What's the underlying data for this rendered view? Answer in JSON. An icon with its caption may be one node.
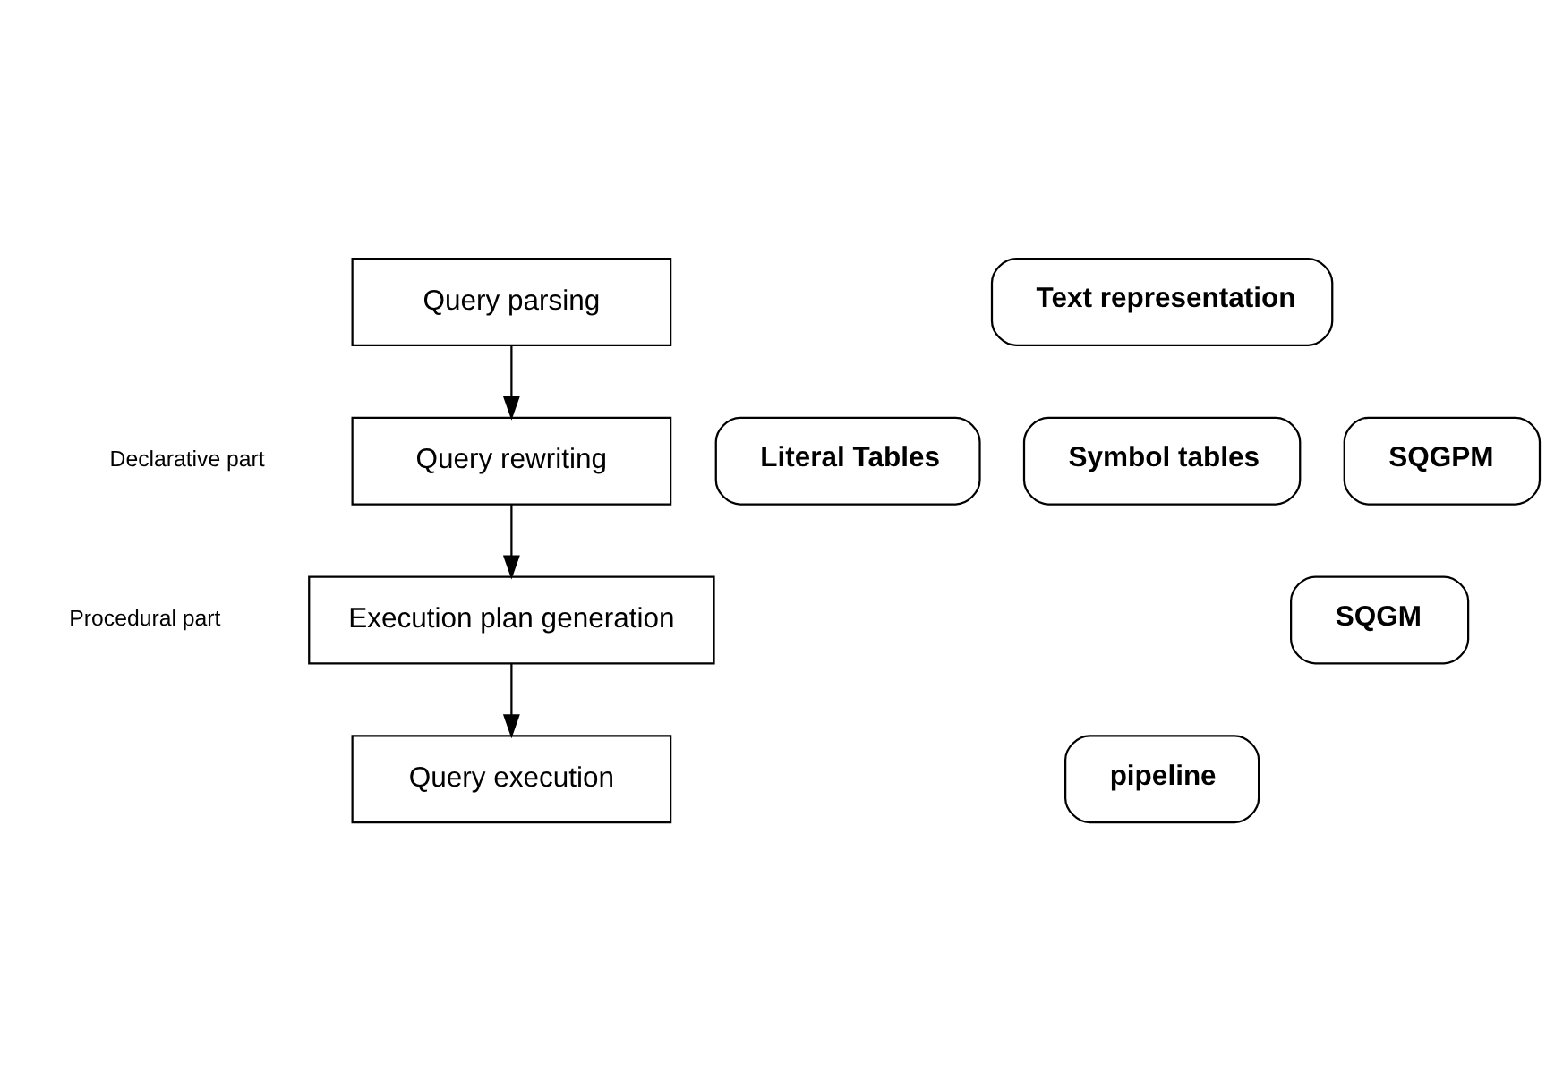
{
  "diagram": {
    "nodes": [
      {
        "text": [
          "Query parsing"
        ]
      },
      {
        "text": [
          "Query rewriting"
        ]
      },
      {
        "text": [
          "Execution plan generation"
        ]
      },
      {
        "text": [
          "Query execution"
        ]
      },
      {
        "text": [
          "Text representation"
        ]
      },
      {
        "text": [
          "Literal Tables"
        ]
      },
      {
        "text": [
          "Symbol tables"
        ]
      },
      {
        "text": [
          "SQGPM"
        ]
      },
      {
        "text": [
          "SQGM"
        ]
      },
      {
        "text": [
          "pipeline"
        ]
      }
    ],
    "edges": [
      {
        "from": 0,
        "to": 1,
        "arrow": "to"
      },
      {
        "from": 1,
        "to": 2,
        "arrow": "to"
      },
      {
        "from": 2,
        "to": 3,
        "arrow": "to"
      }
    ],
    "labels": [
      "Declarative part",
      "Procedural part"
    ]
  }
}
